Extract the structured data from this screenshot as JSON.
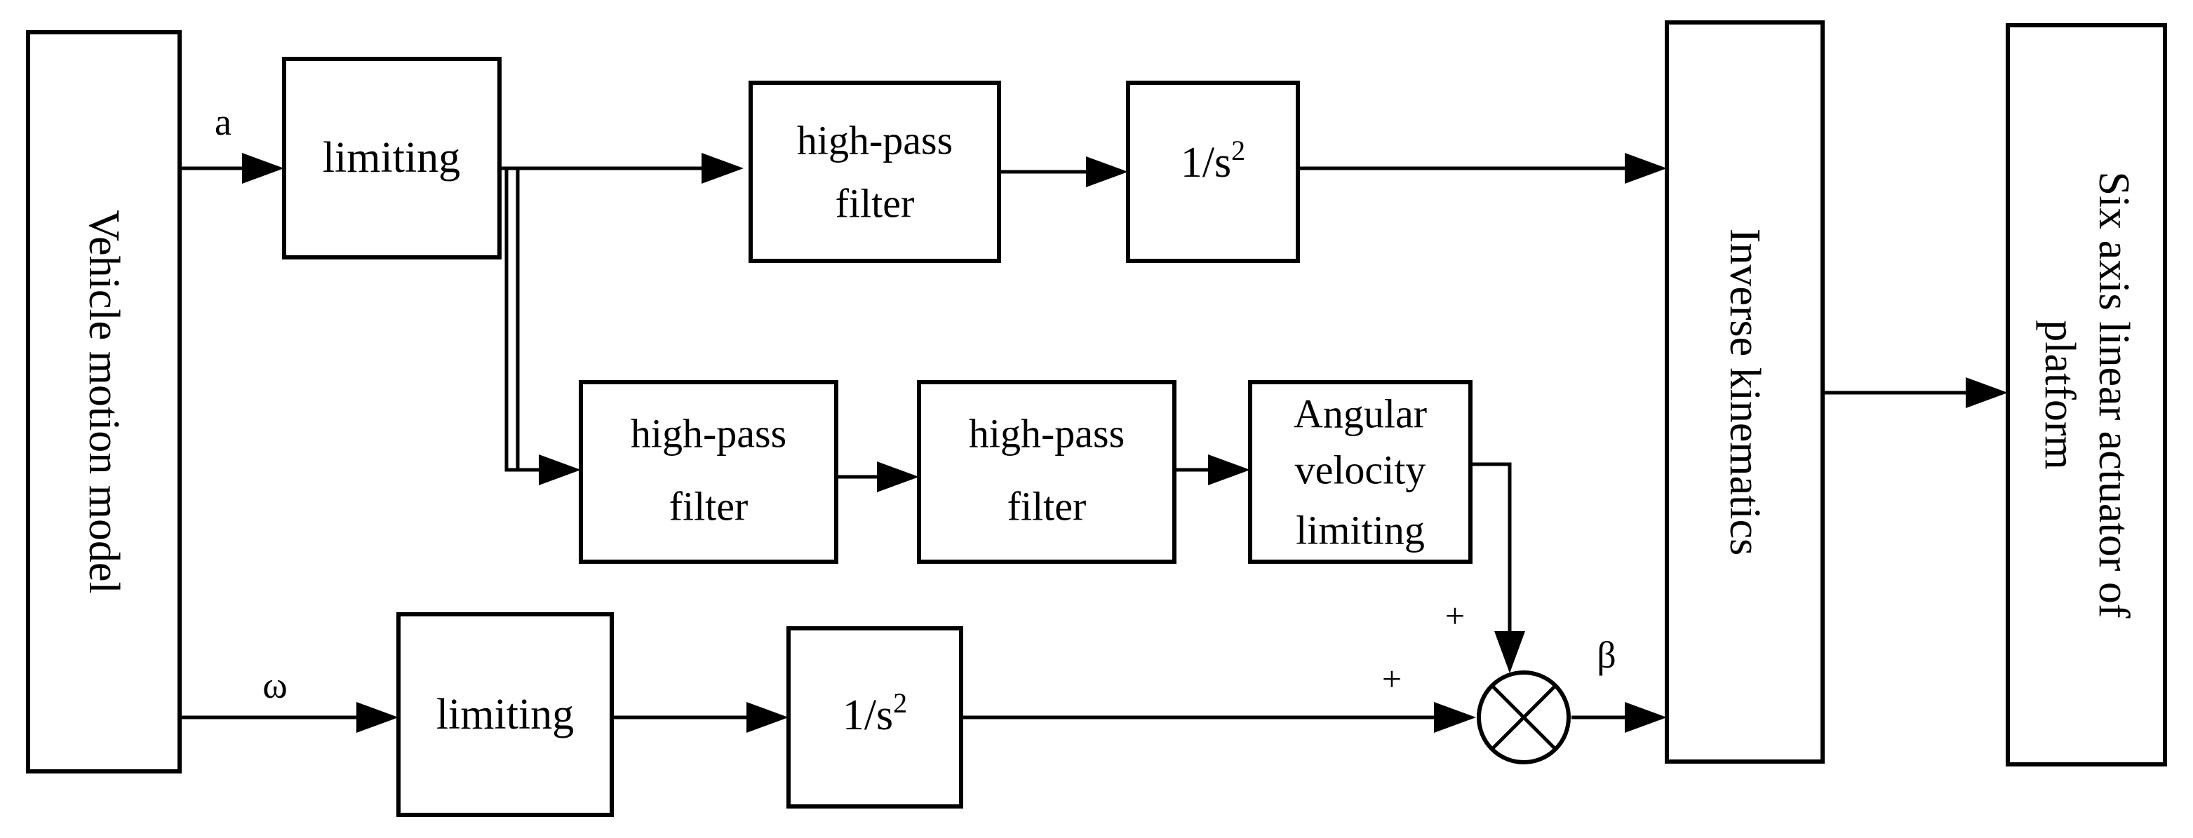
{
  "blocks": {
    "vehicle_motion_model": "Vehicle motion model",
    "limiting_a": "limiting",
    "hpf_top": [
      "high-pass",
      "filter"
    ],
    "integrator_top": {
      "base": "1/s",
      "sup": "2"
    },
    "hpf_mid1": [
      "high-pass",
      "filter"
    ],
    "hpf_mid2": [
      "high-pass",
      "filter"
    ],
    "angular_velocity_limiting": [
      "Angular",
      "velocity",
      "limiting"
    ],
    "limiting_omega": "limiting",
    "integrator_bottom": {
      "base": "1/s",
      "sup": "2"
    },
    "inverse_kinematics": "Inverse kinematics",
    "actuator": [
      "Six axis linear actuator of",
      "platform"
    ]
  },
  "signals": {
    "a": "a",
    "omega": "ω",
    "beta": "β",
    "plus_top": "+",
    "plus_left": "+"
  }
}
